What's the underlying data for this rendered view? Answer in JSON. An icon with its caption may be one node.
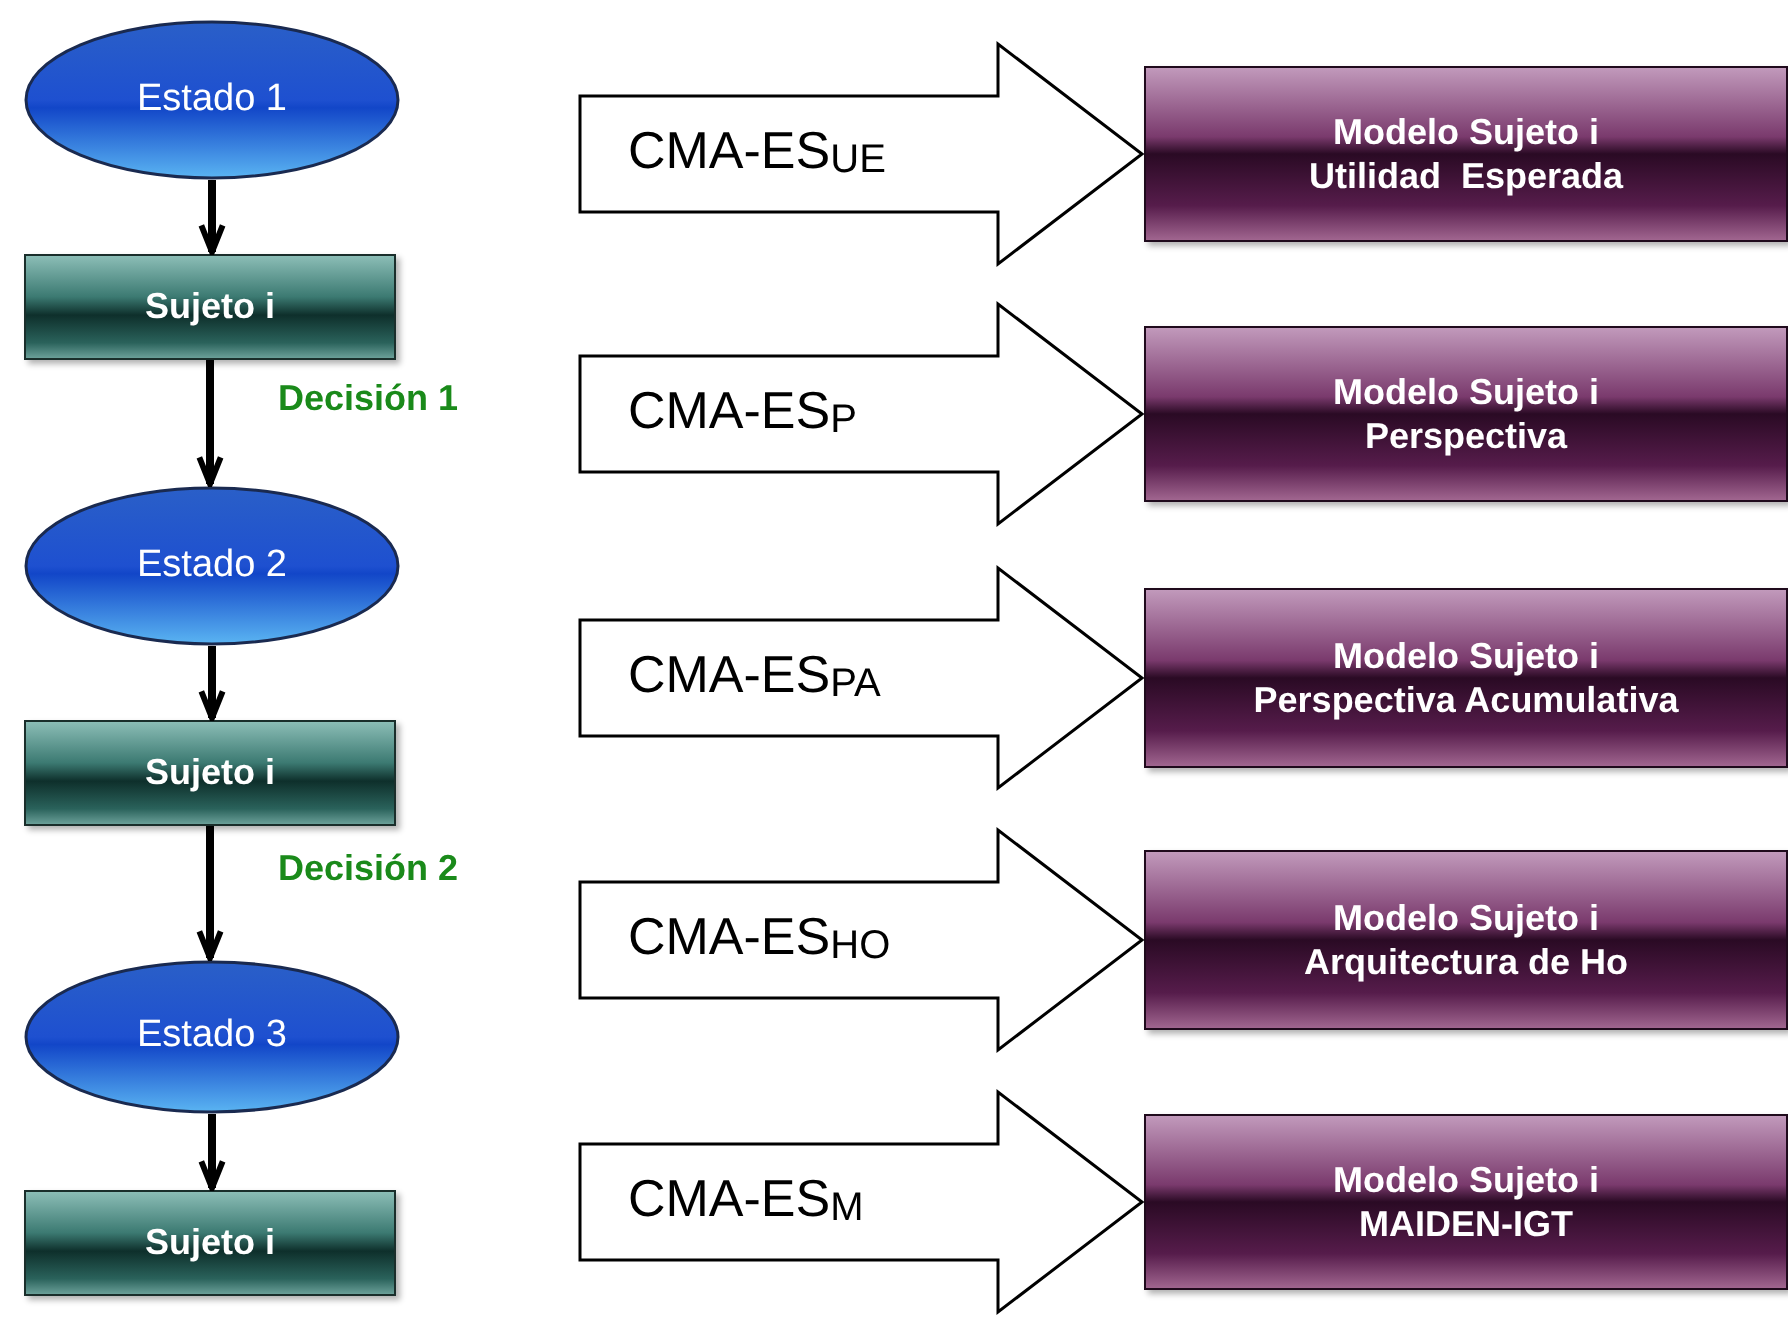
{
  "diagram": {
    "nodes": [
      {
        "text": [
          "Estado 1"
        ]
      },
      {
        "text": [
          "Sujeto i"
        ]
      },
      {
        "text": [
          "Estado 2"
        ]
      },
      {
        "text": [
          "Sujeto i"
        ]
      },
      {
        "text": [
          "Estado 3"
        ]
      },
      {
        "text": [
          "Sujeto i"
        ]
      },
      {
        "text": [
          "Modelo Sujeto i",
          "Utilidad  Esperada"
        ]
      },
      {
        "text": [
          "Modelo Sujeto i",
          "Perspectiva"
        ]
      },
      {
        "text": [
          "Modelo Sujeto i",
          "Perspectiva Acumulativa"
        ]
      },
      {
        "text": [
          "Modelo Sujeto i",
          "Arquitectura de Ho"
        ]
      },
      {
        "text": [
          "Modelo Sujeto i",
          "MAIDEN-IGT"
        ]
      }
    ],
    "edges": [
      {
        "from": 0,
        "to": 1,
        "arrow": "to"
      },
      {
        "from": 1,
        "to": 2,
        "arrow": "to",
        "label": "Decisión 1"
      },
      {
        "from": 2,
        "to": 3,
        "arrow": "to"
      },
      {
        "from": 3,
        "to": 4,
        "arrow": "to",
        "label": "Decisión 2"
      },
      {
        "from": 4,
        "to": 5,
        "arrow": "to"
      },
      {
        "from": null,
        "to": 6,
        "arrow": "to",
        "label": "CMA-ES$_{UE}$"
      },
      {
        "from": null,
        "to": 7,
        "arrow": "to",
        "label": "CMA-ES$_{P}$"
      },
      {
        "from": null,
        "to": 8,
        "arrow": "to",
        "label": "CMA-ES$_{PA}$"
      },
      {
        "from": null,
        "to": 9,
        "arrow": "to",
        "label": "CMA-ES$_{HO}$"
      },
      {
        "from": null,
        "to": 10,
        "arrow": "to",
        "label": "CMA-ES$_{M}$"
      }
    ]
  }
}
